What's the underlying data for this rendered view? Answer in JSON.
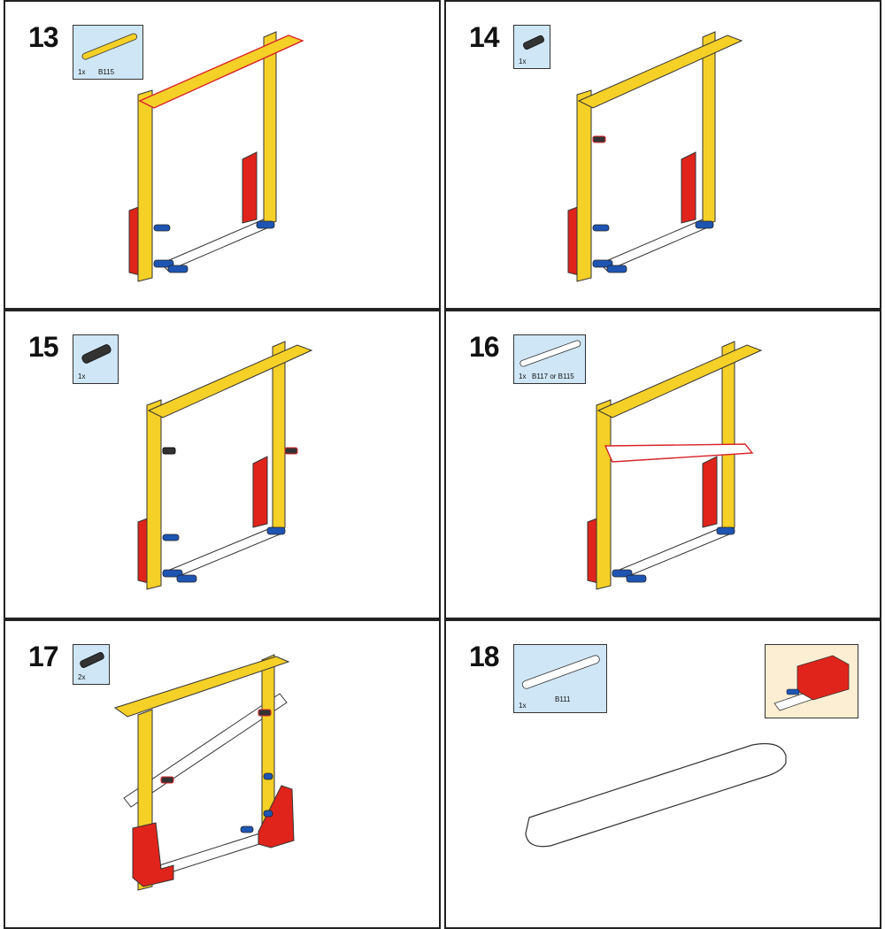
{
  "steps": [
    {
      "number": "13",
      "qty": "1x",
      "part": "B115"
    },
    {
      "number": "14",
      "qty": "1x",
      "part": ""
    },
    {
      "number": "15",
      "qty": "1x",
      "part": ""
    },
    {
      "number": "16",
      "qty": "1x",
      "part": "B117 or B115"
    },
    {
      "number": "17",
      "qty": "2x",
      "part": ""
    },
    {
      "number": "18",
      "qty": "1x",
      "part": "B111"
    }
  ],
  "colors": {
    "yellow": "#f5d027",
    "yellow_dark": "#d9ae12",
    "red": "#e0241b",
    "blue": "#1e55b3",
    "white_beam": "#ffffff",
    "part_box_bg": "#cfe6f6",
    "hint_bg": "#fbeed3",
    "highlight": "#d8242a"
  }
}
